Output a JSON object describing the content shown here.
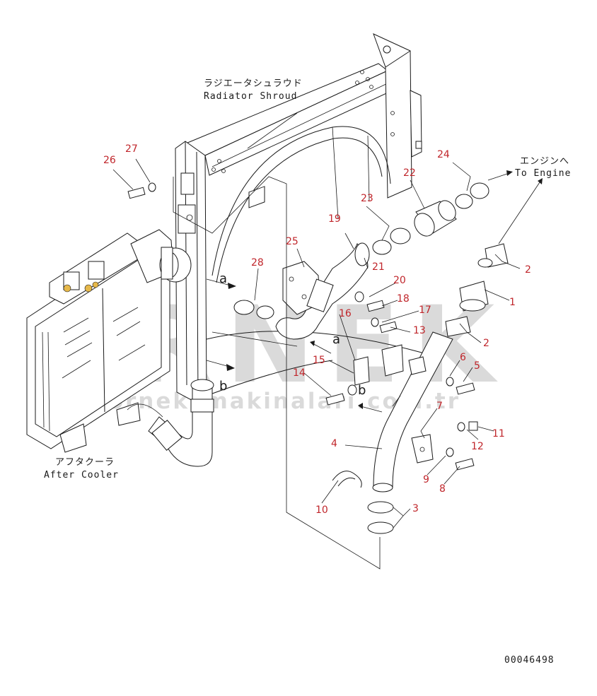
{
  "labels": {
    "shroud_jp": "ラジエータシュラウド",
    "shroud_en": "Radiator Shroud",
    "after_cooler_jp": "アフタクーラ",
    "after_cooler_en": "After Cooler",
    "engine_jp": "エンジンへ",
    "engine_en": "To Engine",
    "doc_number": "00046498",
    "ref_a1": "a",
    "ref_a2": "a",
    "ref_b1": "b",
    "ref_b2": "b"
  },
  "watermark": {
    "brand": "ORNEK",
    "url": "www.orneksmakinalari.com.tr"
  },
  "callouts": {
    "c1": "1",
    "c2a": "2",
    "c2b": "2",
    "c3": "3",
    "c4": "4",
    "c5": "5",
    "c6": "6",
    "c7": "7",
    "c8": "8",
    "c9": "9",
    "c10": "10",
    "c11": "11",
    "c12": "12",
    "c13": "13",
    "c14": "14",
    "c15": "15",
    "c16": "16",
    "c17": "17",
    "c18": "18",
    "c19": "19",
    "c20": "20",
    "c21": "21",
    "c22": "22",
    "c23": "23",
    "c24": "24",
    "c25": "25",
    "c26": "26",
    "c27": "27",
    "c28": "28"
  },
  "colors": {
    "callout": "#c0262b",
    "line": "#1a1a1a",
    "watermark": "#bdbdbd"
  }
}
